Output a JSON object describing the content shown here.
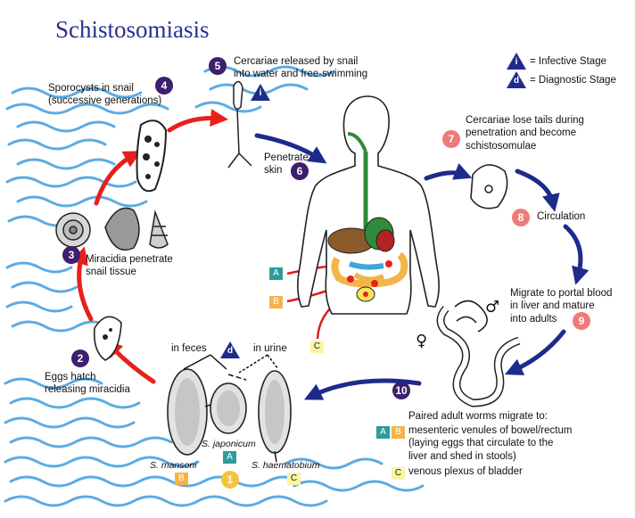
{
  "title": "Schistosomiasis",
  "legend": {
    "infective_letter": "i",
    "infective_label": "= Infective Stage",
    "diagnostic_letter": "d",
    "diagnostic_label": "= Diagnostic Stage"
  },
  "stages": [
    {
      "number": "1"
    },
    {
      "number": "2",
      "text": "Eggs hatch\nreleasing miracidia"
    },
    {
      "number": "3",
      "text": "Miracidia penetrate\nsnail tissue"
    },
    {
      "number": "4",
      "text": "Sporocysts in snail\n(successive generations)"
    },
    {
      "number": "5",
      "text": "Cercariae released by snail\ninto water and free-swimming"
    },
    {
      "number": "6",
      "text": "Penetrate\nskin"
    },
    {
      "number": "7",
      "text": "Cercariae lose tails during\npenetration and become\nschistosomulae"
    },
    {
      "number": "8",
      "text": "Circulation"
    },
    {
      "number": "9",
      "text": "Migrate to portal blood\nin liver and mature\ninto adults"
    },
    {
      "number": "10"
    }
  ],
  "eggs": {
    "in_feces": "in feces",
    "in_urine": "in urine",
    "species": [
      {
        "name": "S. mansoni",
        "code": "B"
      },
      {
        "name": "S. japonicum",
        "code": "A"
      },
      {
        "name": "S. haematobium",
        "code": "C"
      }
    ]
  },
  "body_markers": [
    "A",
    "B",
    "C"
  ],
  "adult_worms": {
    "male_symbol": "♂",
    "female_symbol": "♀",
    "heading": "Paired adult worms migrate to:",
    "codes_ab": [
      "A",
      "B"
    ],
    "item_ab": "mesenteric venules of bowel/rectum\n(laying eggs that circulate to the\nliver and shed in stools)",
    "code_c": "C",
    "item_c": "venous plexus of bladder"
  },
  "colors": {
    "title": "#2b2f8f",
    "red_arrow": "#e8201c",
    "blue_arrow": "#1e2b8c",
    "dark_badge": "#3d1f6e",
    "pink_badge": "#ef7a7a",
    "water": "#4aa3df"
  }
}
